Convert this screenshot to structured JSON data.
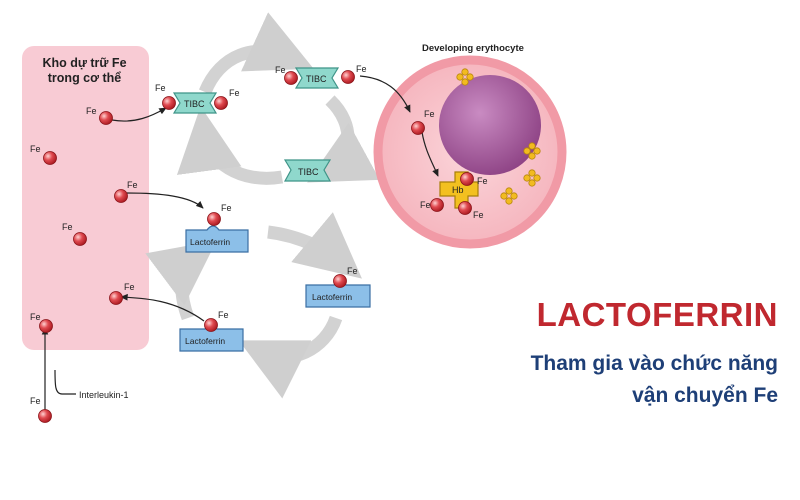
{
  "colors": {
    "store_panel": "#f8cbd4",
    "cell_membrane": "#f7a8b2",
    "cell_body": "#f9c6cd",
    "nucleus": "#a4599c",
    "iron": "#d83a42",
    "tibc": "#8fd8cc",
    "lactoferrin": "#8cbfe8",
    "hemoglobin": "#f3c020",
    "arrow_gray": "#cfcfcf",
    "headline": "#c0282f",
    "subtext": "#1e3f77"
  },
  "icons": {
    "iron": "iron-ion-icon",
    "tibc": "tibc-transporter-icon",
    "lactoferrin": "lactoferrin-protein-icon",
    "hemoglobin": "hemoglobin-icon",
    "ferritin": "ferritin-cluster-icon"
  },
  "labels": {
    "store_title_line1": "Kho dự trữ Fe",
    "store_title_line2": "trong cơ thể",
    "developing_cell": "Developing erythocyte",
    "fe": "Fe",
    "tibc": "TIBC",
    "lactoferrin": "Lactoferrin",
    "hb": "Hb",
    "interleukin": "Interleukin-1"
  },
  "headline": {
    "title": "LACTOFERRIN",
    "line1": "Tham gia vào chức năng",
    "line2": "vận chuyển Fe"
  }
}
